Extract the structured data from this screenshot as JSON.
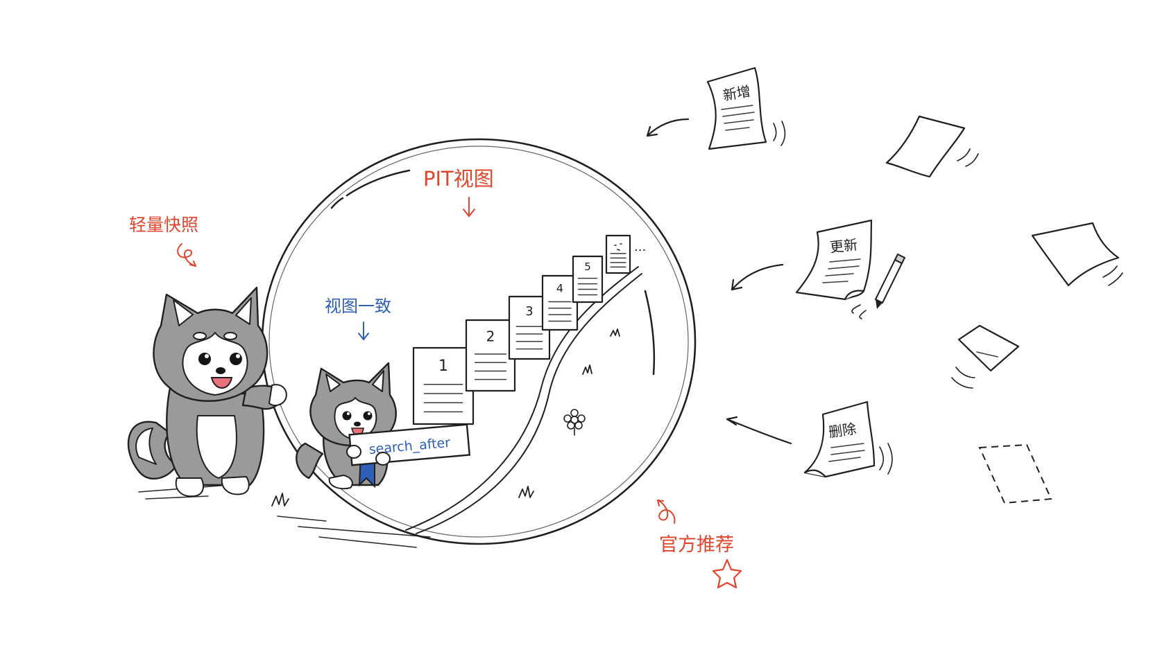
{
  "labels": {
    "lightweight_snapshot": "轻量快照",
    "pit_view": "PIT视图",
    "view_consistent": "视图一致",
    "officially_recommended": "官方推荐",
    "search_after_sign": "search_after"
  },
  "pages": [
    "1",
    "2",
    "3",
    "4",
    "5"
  ],
  "more_pages": "...",
  "incoming_docs": {
    "insert": "新增",
    "update": "更新",
    "delete": "删除"
  },
  "colors": {
    "annotation_red": "#e0452b",
    "annotation_blue": "#2d5fb8",
    "ink": "#1f1f1f",
    "husky_fur": "#9a9a9a"
  }
}
